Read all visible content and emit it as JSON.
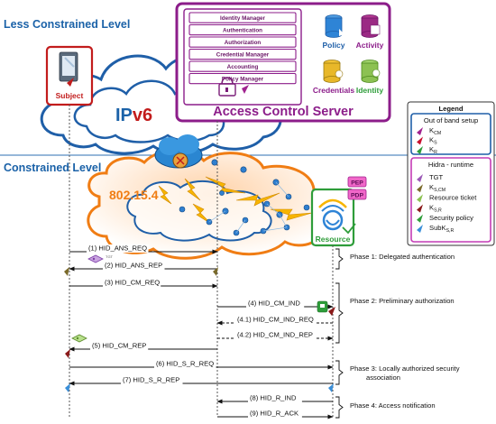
{
  "levels": {
    "less_constrained": "Less Constrained Level",
    "constrained": "Constrained Level"
  },
  "subject": {
    "label": "Subject"
  },
  "cloud": {
    "ipv6_prefix": "IP",
    "ipv6_suffix": "v6",
    "lowpan": "802.15.4"
  },
  "acs": {
    "title": "Access Control Server",
    "modules": [
      "Identity Manager",
      "Authentication",
      "Authorization",
      "Credential Manager",
      "Accounting",
      "Policy Manager"
    ],
    "repositories": [
      "Policy",
      "Activity",
      "Credentials",
      "Identity"
    ]
  },
  "resource": {
    "label": "Resource",
    "pep": "PEP",
    "pdp": "PDP"
  },
  "legend": {
    "title": "Legend",
    "oob_title": "Out of band setup",
    "oob_items": [
      {
        "main": "K",
        "sub": "CM",
        "color": "#a0228f"
      },
      {
        "main": "K",
        "sub": "S",
        "color": "#c8102e"
      },
      {
        "main": "K",
        "sub": "R",
        "color": "#2e9d3a"
      }
    ],
    "runtime_title": "Hidra - runtime",
    "runtime_items": [
      {
        "main": "TGT",
        "sub": "",
        "color": "#9b59b6"
      },
      {
        "main": "K",
        "sub": "S,CM",
        "color": "#7a6a2a"
      },
      {
        "main": "Resource ticket",
        "sub": "",
        "color": "#8cc152"
      },
      {
        "main": "K",
        "sub": "S,R",
        "color": "#8b1a1a"
      },
      {
        "main": "Security policy",
        "sub": "",
        "color": "#2e9d3a"
      },
      {
        "main": "SubK",
        "sub": "S,R",
        "color": "#3a8fd9"
      }
    ]
  },
  "messages": [
    {
      "label": "(1) HID_ANS_REQ"
    },
    {
      "label": "(2) HID_ANS_REP"
    },
    {
      "label": "(3) HID_CM_REQ"
    },
    {
      "label": "(4) HID_CM_IND"
    },
    {
      "label": "(4.1) HID_CM_IND_REQ"
    },
    {
      "label": "(4.2) HID_CM_IND_REP"
    },
    {
      "label": "(5) HID_CM_REP"
    },
    {
      "label": "(6) HID_S_R_REQ"
    },
    {
      "label": "(7) HID_S_R_REP"
    },
    {
      "label": "(8) HID_R_IND"
    },
    {
      "label": "(9) HID_R_ACK"
    }
  ],
  "tgt_tag": "TGT",
  "phases": [
    {
      "lines": [
        "Phase 1: Delegated authentication"
      ]
    },
    {
      "lines": [
        "Phase 2: Preliminary authorization"
      ]
    },
    {
      "lines": [
        "Phase 3: Locally authorized security",
        "association"
      ]
    },
    {
      "lines": [
        "Phase 4: Access notification"
      ]
    }
  ]
}
